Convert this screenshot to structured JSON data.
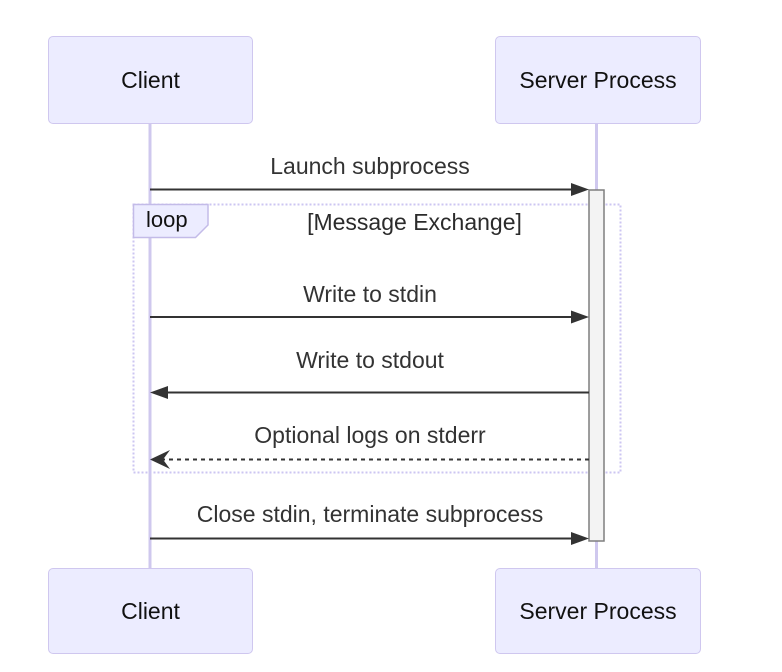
{
  "diagram": {
    "type": "sequence",
    "actors": [
      {
        "id": "client",
        "label": "Client"
      },
      {
        "id": "server",
        "label": "Server Process"
      }
    ],
    "messages": [
      {
        "label": "Launch subprocess",
        "from": "client",
        "to": "server",
        "line": "solid",
        "arrowhead": "filled"
      },
      {
        "label": "Write to stdin",
        "from": "client",
        "to": "server",
        "line": "solid",
        "arrowhead": "filled"
      },
      {
        "label": "Write to stdout",
        "from": "server",
        "to": "client",
        "line": "solid",
        "arrowhead": "filled"
      },
      {
        "label": "Optional logs on stderr",
        "from": "server",
        "to": "client",
        "line": "dashed",
        "arrowhead": "open"
      },
      {
        "label": "Close stdin, terminate subprocess",
        "from": "client",
        "to": "server",
        "line": "solid",
        "arrowhead": "filled"
      }
    ],
    "loop": {
      "label": "loop",
      "condition": "[Message Exchange]",
      "contains": [
        "Write to stdin",
        "Write to stdout",
        "Optional logs on stderr"
      ]
    },
    "activation": {
      "on": "server",
      "note": "activation bar spans from Launch subprocess to Close stdin"
    },
    "colors": {
      "background": "#FFFFFF",
      "actor_fill": "#ECECFF",
      "actor_border": "#CFC7EF",
      "lifeline": "#CFC8EE",
      "loop_border": "#CCC6F2",
      "loop_label_fill": "#ECECFF",
      "loop_label_border": "#C3BBE8",
      "message": "#333333",
      "activation_fill": "#F3F3F3",
      "activation_border": "#7E7E7E"
    }
  }
}
